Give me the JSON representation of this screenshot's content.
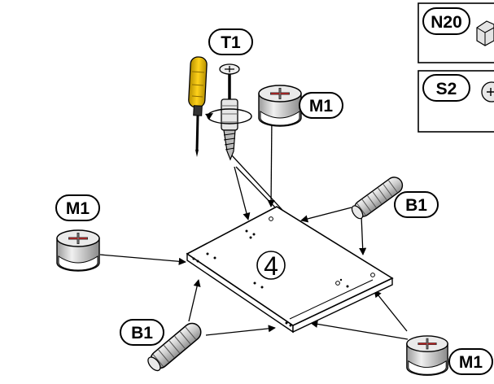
{
  "step_number": "4",
  "labels": {
    "t1": "T1",
    "m1_top": "M1",
    "m1_left": "M1",
    "m1_bottom": "M1",
    "b1_right": "B1",
    "b1_left": "B1"
  },
  "parts_panel": {
    "n20": "N20",
    "s2": "S2"
  },
  "icons": {
    "screwdriver": "screwdriver-icon",
    "cam_lock": "cam-lock-icon",
    "screw": "cam-bolt-icon",
    "dowel": "wood-dowel-icon"
  },
  "colors": {
    "line": "#000000",
    "panel_fill": "#ffffff",
    "cam_fill": "#d8d8d8",
    "dowel_fill": "#dcdcdc",
    "screwdriver_handle": "#f2c300",
    "accent_red": "#d62020"
  }
}
